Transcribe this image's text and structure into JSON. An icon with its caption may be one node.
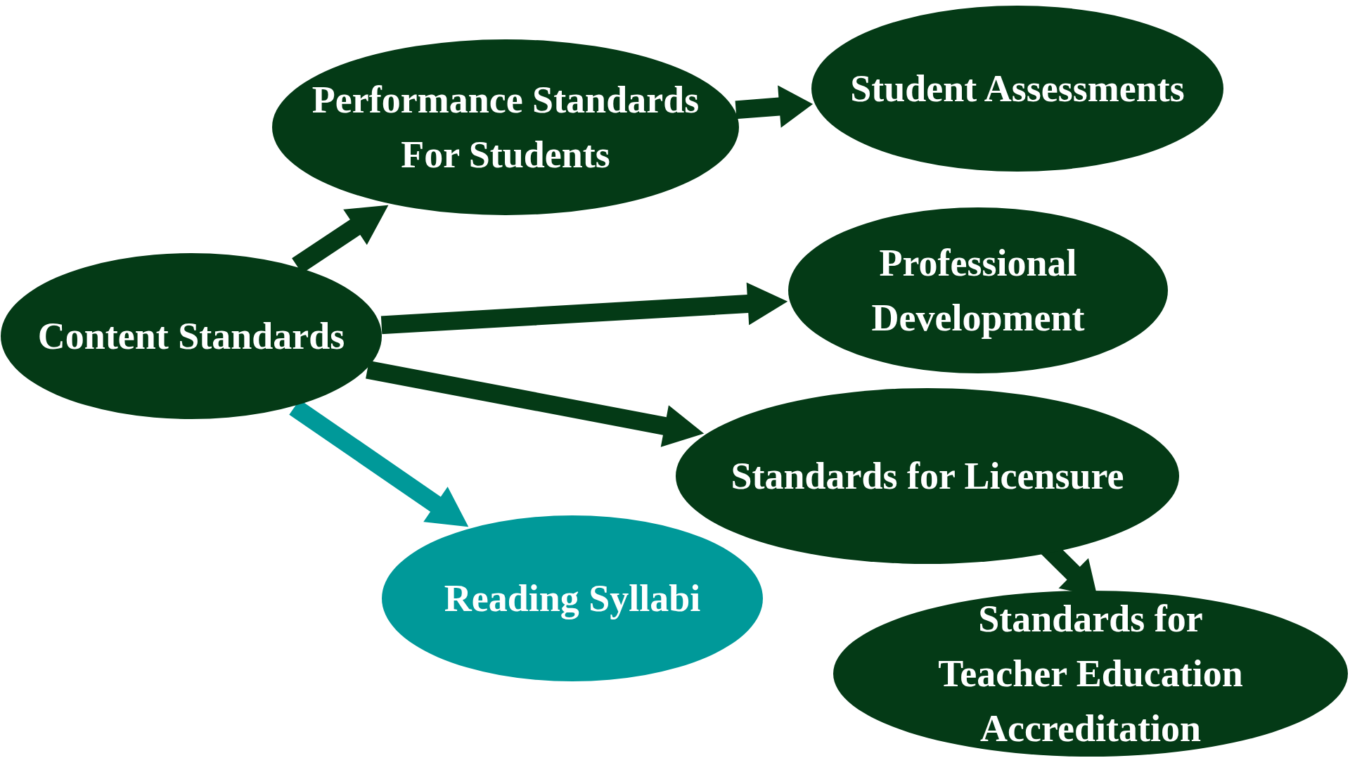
{
  "diagram": {
    "nodes": [
      {
        "text": [
          "Content Standards"
        ]
      },
      {
        "text": [
          "Performance Standards For Students"
        ]
      },
      {
        "text": [
          "Student Assessments"
        ]
      },
      {
        "text": [
          "Professional Development"
        ]
      },
      {
        "text": [
          "Standards for Licensure"
        ]
      },
      {
        "text": [
          "Reading Syllabi"
        ]
      },
      {
        "text": [
          "Standards for Teacher Education Accreditation"
        ]
      }
    ],
    "edges": [
      {
        "from": 0,
        "to": 1,
        "arrow": "to"
      },
      {
        "from": 1,
        "to": 2,
        "arrow": "to"
      },
      {
        "from": 0,
        "to": 3,
        "arrow": "to"
      },
      {
        "from": 0,
        "to": 4,
        "arrow": "to"
      },
      {
        "from": 0,
        "to": 5,
        "arrow": "to",
        "color": "#009999"
      },
      {
        "from": 4,
        "to": 6,
        "arrow": "to"
      }
    ]
  }
}
